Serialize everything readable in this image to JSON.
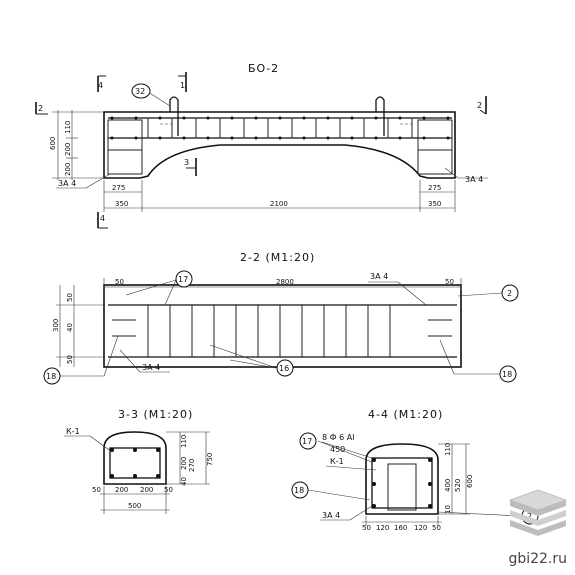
{
  "titles": {
    "main": "БО-2",
    "section22": "2-2 (М1:20)",
    "section33": "3-3 (М1:20)",
    "section44": "4-4 (М1:20)"
  },
  "elevation": {
    "cut_marks": {
      "c4": "4",
      "c1": "1",
      "c2": "2",
      "c2r": "2",
      "c3": "3"
    },
    "callout_32": "32",
    "label_3a4_left": "3А 4",
    "label_3a4_right": "3А 4",
    "dims_vertical": {
      "d600": "600",
      "d200a": "200",
      "d200b": "200",
      "d110": "110"
    },
    "dims_bottom": {
      "d275a": "275",
      "d275b": "275",
      "d350a": "350",
      "d2100": "2100",
      "d350b": "350"
    }
  },
  "section22": {
    "dim_top_50": "50",
    "dim_top_2800": "2800",
    "dim_top_50r": "50",
    "label_3a4_top": "3А 4",
    "label_3a4_bottom": "3А 4",
    "callout_17": "17",
    "callout_2": "2",
    "callout_18a": "18",
    "callout_16": "16",
    "callout_18b": "18",
    "dims_left": {
      "d50a": "50",
      "d300": "300",
      "d40": "40",
      "d50b": "50"
    }
  },
  "section33": {
    "label_k1": "К-1",
    "dims_right": {
      "d110": "110",
      "d200": "200",
      "d270": "270",
      "d40": "40",
      "d750": "750"
    },
    "dims_bottom": {
      "d50a": "50",
      "d200a": "200",
      "d200b": "200",
      "d50b": "50",
      "d500": "500"
    }
  },
  "section44": {
    "label_b6": "8 Ф 6 АI",
    "label_450": "450",
    "label_k1": "К-1",
    "label_3a4": "3А 4",
    "callout_17": "17",
    "callout_18": "18",
    "callout_2": "2",
    "dims_right": {
      "d110": "110",
      "d400": "400",
      "d520": "520",
      "d600": "600",
      "d10": "10"
    },
    "dims_bottom": {
      "d50a": "50",
      "d120a": "120",
      "d160": "160",
      "d120b": "120",
      "d50b": "50"
    }
  },
  "watermark": "gbi22.ru"
}
